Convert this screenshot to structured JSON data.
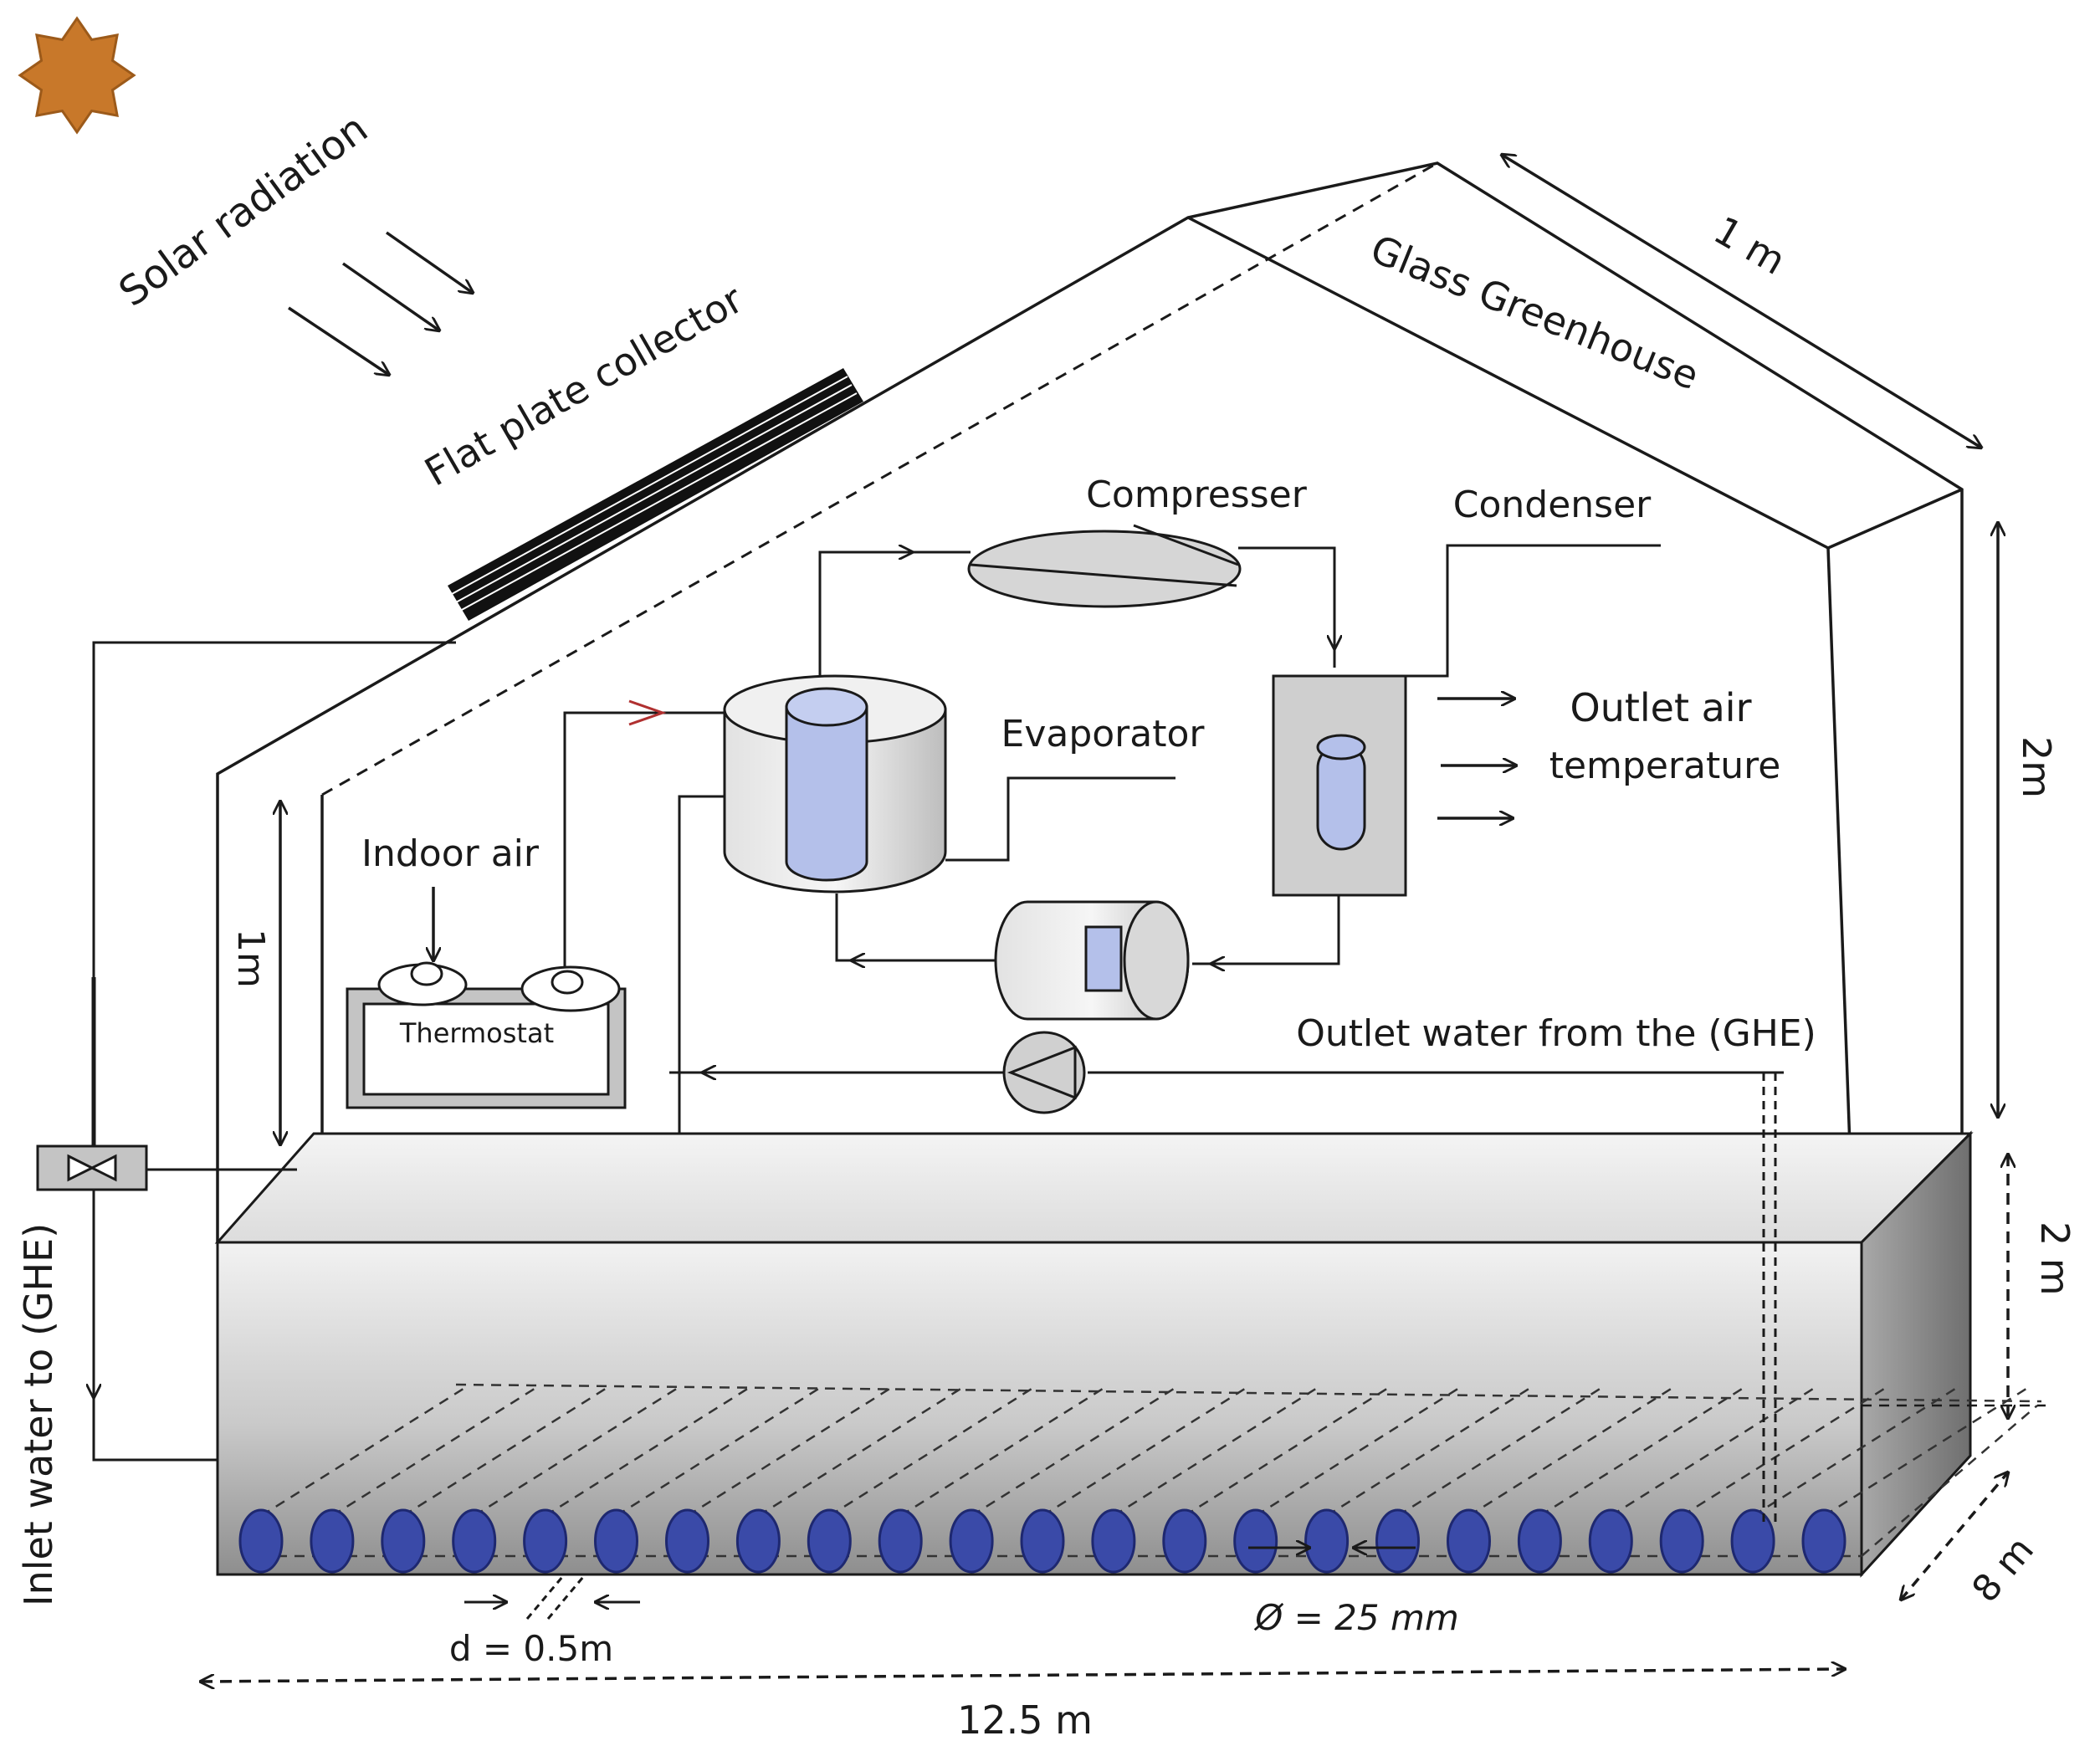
{
  "labels": {
    "solar_radiation": "Solar radiation",
    "flat_plate_collector": "Flat plate collector",
    "glass_greenhouse": "Glass Greenhouse",
    "compresser": "Compresser",
    "condenser": "Condenser",
    "evaporator": "Evaporator",
    "outlet_air": "Outlet air",
    "temperature": "temperature",
    "indoor_air": "Indoor air",
    "thermostat": "Thermostat",
    "outlet_water": "Outlet water from the (GHE)",
    "inlet_water": "Inlet water to (GHE)",
    "diameter": "Ø = 25 mm",
    "spacing": "d = 0.5m"
  },
  "dimensions": {
    "roof": "1 m",
    "wall_height": "2m",
    "ground_depth": "2 m",
    "inner_height": "1m",
    "length": "12.5 m",
    "width": "8 m"
  },
  "colors": {
    "sun": "#c8782a",
    "pipe_fill": "#3a4aa8",
    "glass_blue": "#b4c0ea",
    "stroke": "#1a1a1a",
    "arrow_red": "#b03030"
  },
  "pipe_count": 23
}
